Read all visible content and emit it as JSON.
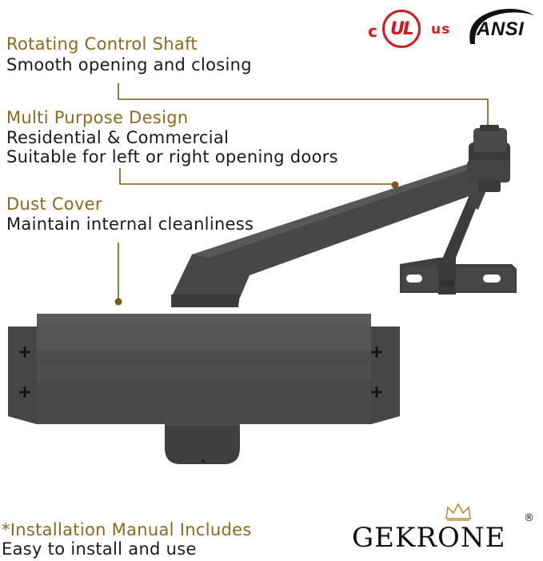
{
  "features": [
    {
      "title": "Rotating Control Shaft",
      "lines": [
        "Smooth opening and closing"
      ]
    },
    {
      "title": "Multi Purpose Design",
      "lines": [
        "Residential & Commercial",
        "Suitable for left or right opening doors"
      ]
    },
    {
      "title": "Dust Cover",
      "lines": [
        "Maintain internal cleanliness"
      ]
    }
  ],
  "installation": {
    "title": "*Installation Manual Includes",
    "line": "Easy to install and use"
  },
  "certifications": {
    "ul": {
      "prefix": "c",
      "mark": "UL",
      "suffix": "us"
    },
    "ansi": "ANSI"
  },
  "brand": {
    "name": "GEKRONE",
    "registered": "®"
  },
  "colors": {
    "heading": "#8a6a1e",
    "body_text": "#1a1a1a",
    "product": "#4a4a4a",
    "ul_red": "#d51920",
    "callout_line": "#7a5a14"
  }
}
